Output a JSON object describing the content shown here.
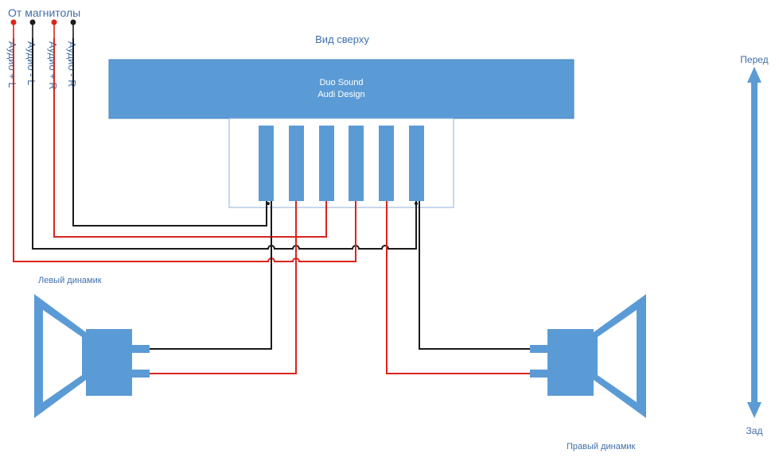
{
  "source_label": "От магнитолы",
  "inputs": [
    {
      "label": "Аудио + L",
      "color": "#d9241c"
    },
    {
      "label": "Аудио - L",
      "color": "#1a1a1a"
    },
    {
      "label": "Аудио + R",
      "color": "#d9241c"
    },
    {
      "label": "Аудио - R",
      "color": "#1a1a1a"
    }
  ],
  "view_label": "Вид сверху",
  "unit": {
    "line1": "Duo Sound",
    "line2": "Audi Design"
  },
  "left_speaker_label": "Левый динамик",
  "right_speaker_label": "Правый динамик",
  "arrow": {
    "top": "Перед",
    "bottom": "Зад"
  },
  "colors": {
    "blue": "#5b9bd5",
    "dark_blue": "#4a86be",
    "label_blue": "#3f6fa8",
    "red": "#d9241c",
    "black": "#1a1a1a"
  }
}
